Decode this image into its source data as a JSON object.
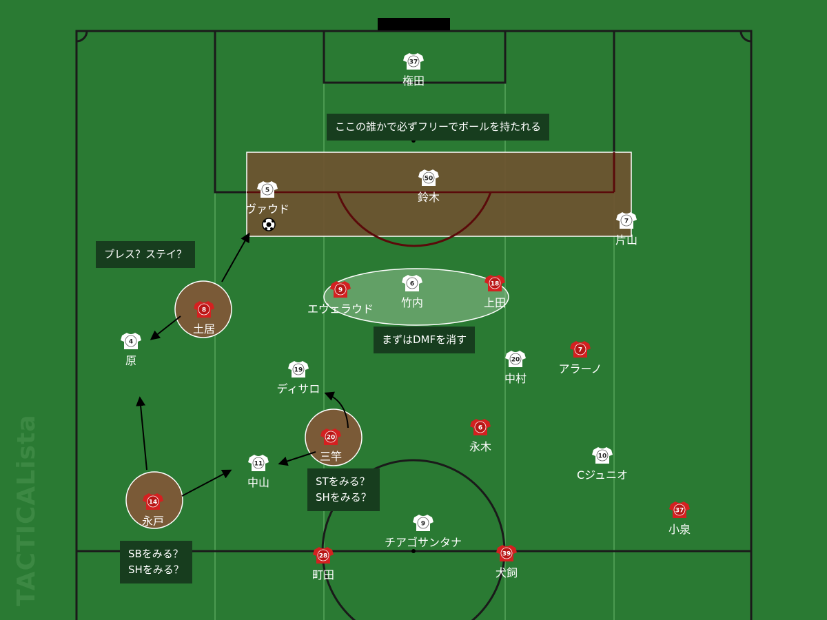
{
  "annotations": {
    "free_man": "ここの誰かで必ずフリーでボールを持たれる",
    "press_stay": "プレス？ステイ？",
    "erase_dmf": "まずはDMFを消す",
    "st_sh_1": "STをみる？",
    "st_sh_2": "SHをみる？",
    "sb_sh_1": "SBをみる？",
    "sb_sh_2": "SHをみる？"
  },
  "watermark": "TACTICALista",
  "colors": {
    "pitch": "#2a7a33",
    "pitch_stripe": "#4a9a4f",
    "home": "#d42020",
    "away": "#ffffff",
    "zone": "#6e5230",
    "highlight": "#b38a5a",
    "label_box": "#173d1e"
  },
  "players": {
    "gk": {
      "num": "37",
      "name": "権田",
      "team": "away"
    },
    "suzuki": {
      "num": "50",
      "name": "鈴木",
      "team": "away"
    },
    "vaudo": {
      "num": "5",
      "name": "ヴァウド",
      "team": "away"
    },
    "katayama": {
      "num": "7",
      "name": "片山",
      "team": "away"
    },
    "takeuchi": {
      "num": "6",
      "name": "竹内",
      "team": "away"
    },
    "hara": {
      "num": "4",
      "name": "原",
      "team": "away"
    },
    "disarro": {
      "num": "19",
      "name": "ディサロ",
      "team": "away"
    },
    "nakamura": {
      "num": "20",
      "name": "中村",
      "team": "away"
    },
    "nakayama": {
      "num": "11",
      "name": "中山",
      "team": "away"
    },
    "cjunio": {
      "num": "10",
      "name": "Cジュニオ",
      "team": "away"
    },
    "santana": {
      "num": "9",
      "name": "チアゴサンタナ",
      "team": "away"
    },
    "everaldo": {
      "num": "9",
      "name": "エヴェラウド",
      "team": "home"
    },
    "ueda": {
      "num": "18",
      "name": "上田",
      "team": "home"
    },
    "doi": {
      "num": "8",
      "name": "土居",
      "team": "home"
    },
    "arano": {
      "num": "7",
      "name": "アラーノ",
      "team": "home"
    },
    "nagaki": {
      "num": "6",
      "name": "永木",
      "team": "home"
    },
    "mikasa": {
      "num": "20",
      "name": "三竿",
      "team": "home"
    },
    "nagato": {
      "num": "14",
      "name": "永戸",
      "team": "home"
    },
    "koizumi": {
      "num": "37",
      "name": "小泉",
      "team": "home"
    },
    "machida": {
      "num": "28",
      "name": "町田",
      "team": "home"
    },
    "inukai": {
      "num": "39",
      "name": "犬飼",
      "team": "home"
    }
  }
}
